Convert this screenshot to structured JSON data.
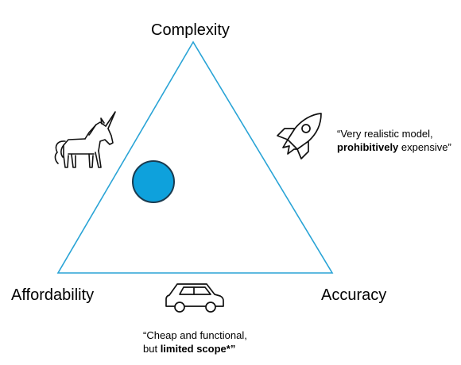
{
  "vertices": {
    "top": "Complexity",
    "left": "Affordability",
    "right": "Accuracy"
  },
  "quotes": {
    "rocket": {
      "line1": "“Very realistic model,",
      "line2_bold": "prohibitively",
      "line2_rest": " expensive”"
    },
    "car": {
      "line1": "“Cheap and functional,",
      "line2_pre": "but ",
      "line2_bold": "limited scope*”"
    }
  },
  "icons": {
    "top_left": "unicorn-icon",
    "top_right": "rocket-icon",
    "bottom": "car-icon"
  },
  "colors": {
    "triangle_stroke": "#2aa4d6",
    "marker_fill": "#0ea1dc",
    "marker_stroke": "#1a3b50",
    "icon_stroke": "#111111"
  }
}
